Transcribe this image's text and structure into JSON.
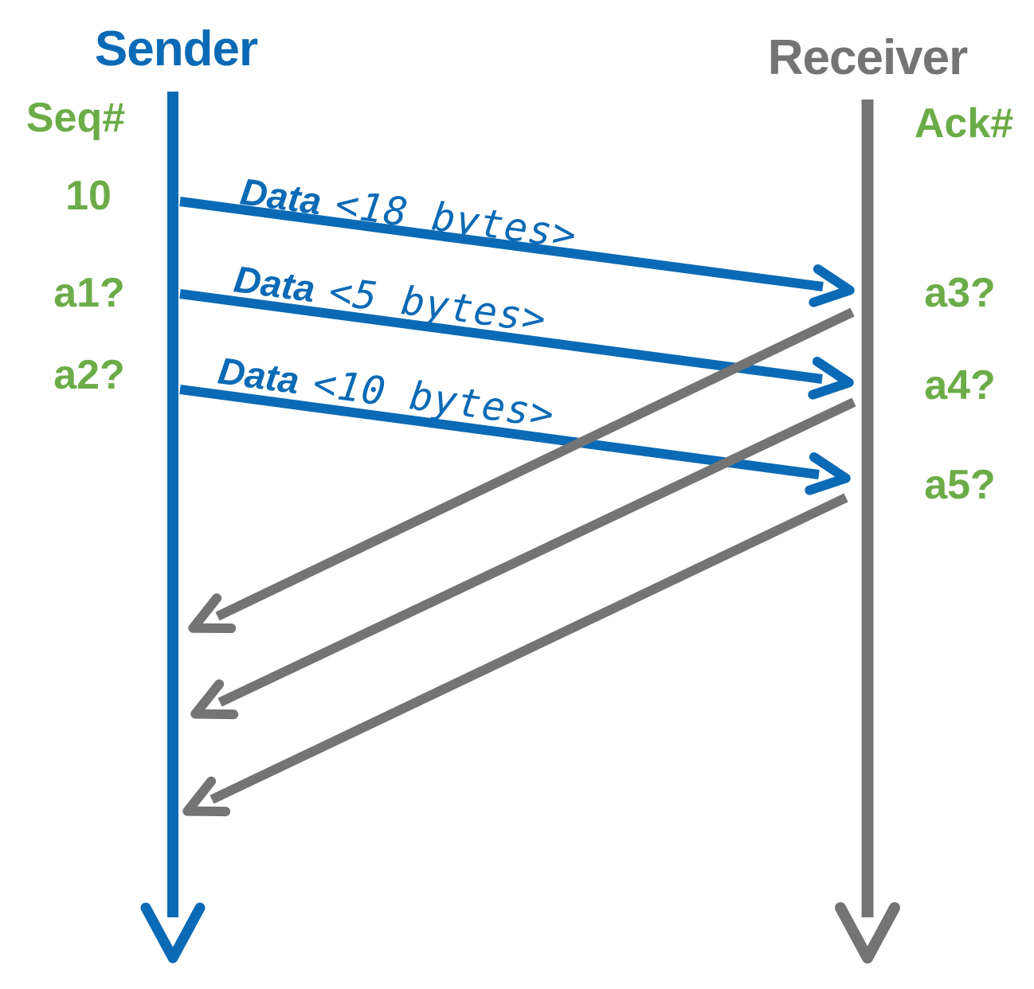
{
  "diagram": {
    "title_context": "Sliding window / TCP byte-stream sequence diagram",
    "colors": {
      "blue": "#0b6ab5",
      "gray": "#747474",
      "green": "#6cac48"
    },
    "sender": {
      "title": "Sender",
      "axis_label": "Seq#",
      "values": [
        {
          "label": "10"
        },
        {
          "label": "a1?"
        },
        {
          "label": "a2?"
        }
      ]
    },
    "receiver": {
      "title": "Receiver",
      "axis_label": "Ack#",
      "values": [
        {
          "label": "a3?"
        },
        {
          "label": "a4?"
        },
        {
          "label": "a5?"
        }
      ]
    },
    "messages": [
      {
        "prefix": "Data",
        "payload": "<18 bytes>",
        "direction": "sender-to-receiver"
      },
      {
        "prefix": "Data",
        "payload": "<5 bytes>",
        "direction": "sender-to-receiver"
      },
      {
        "prefix": "Data",
        "payload": "<10 bytes>",
        "direction": "sender-to-receiver"
      }
    ],
    "acks": [
      {
        "direction": "receiver-to-sender"
      },
      {
        "direction": "receiver-to-sender"
      },
      {
        "direction": "receiver-to-sender"
      }
    ]
  }
}
